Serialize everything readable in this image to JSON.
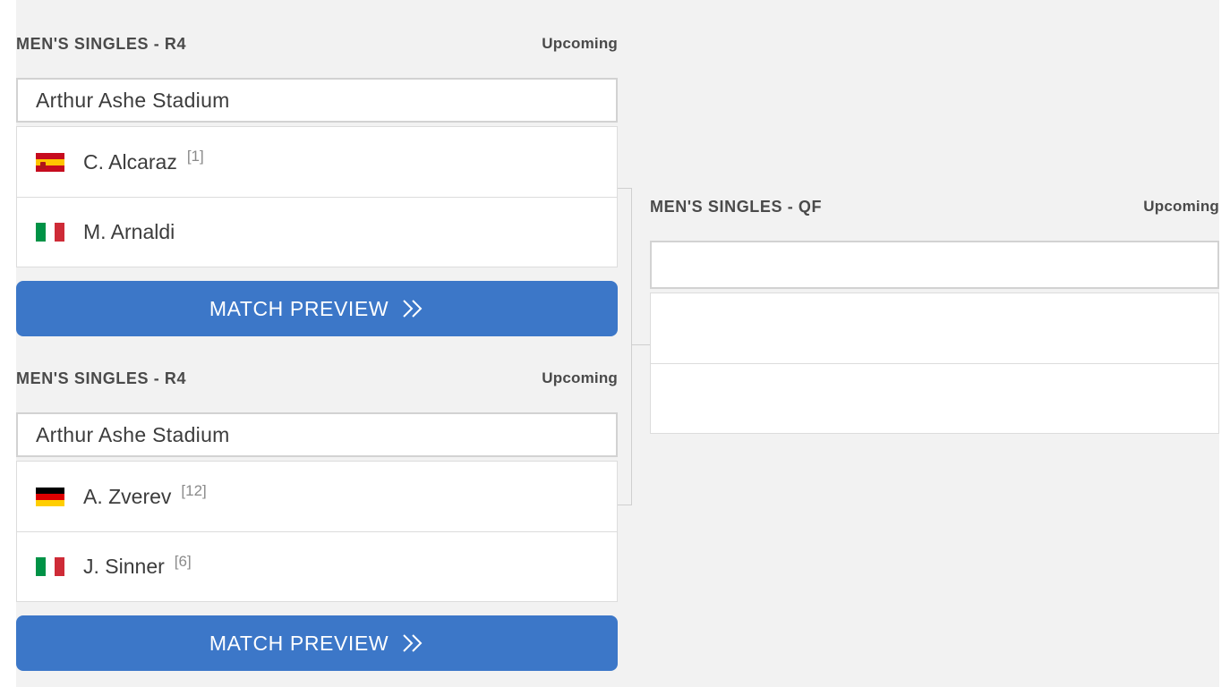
{
  "matches": [
    {
      "round": "MEN'S SINGLES - R4",
      "status": "Upcoming",
      "venue": "Arthur Ashe Stadium",
      "players": [
        {
          "name": "C. Alcaraz",
          "seed": "[1]",
          "flag": "spain-flag-icon"
        },
        {
          "name": "M. Arnaldi",
          "seed": "",
          "flag": "italy-flag-icon"
        }
      ],
      "preview_label": "MATCH PREVIEW"
    },
    {
      "round": "MEN'S SINGLES - R4",
      "status": "Upcoming",
      "venue": "Arthur Ashe Stadium",
      "players": [
        {
          "name": "A. Zverev",
          "seed": "[12]",
          "flag": "germany-flag-icon"
        },
        {
          "name": "J. Sinner",
          "seed": "[6]",
          "flag": "italy-flag-icon"
        }
      ],
      "preview_label": "MATCH PREVIEW"
    }
  ],
  "quarterfinal": {
    "round": "MEN'S SINGLES - QF",
    "status": "Upcoming",
    "venue": "",
    "players": [
      {
        "name": ""
      },
      {
        "name": ""
      }
    ]
  },
  "colors": {
    "background": "#f2f2f2",
    "button": "#3c77c8",
    "border": "#d2d2d2",
    "seed_text": "#8a8a8a"
  }
}
